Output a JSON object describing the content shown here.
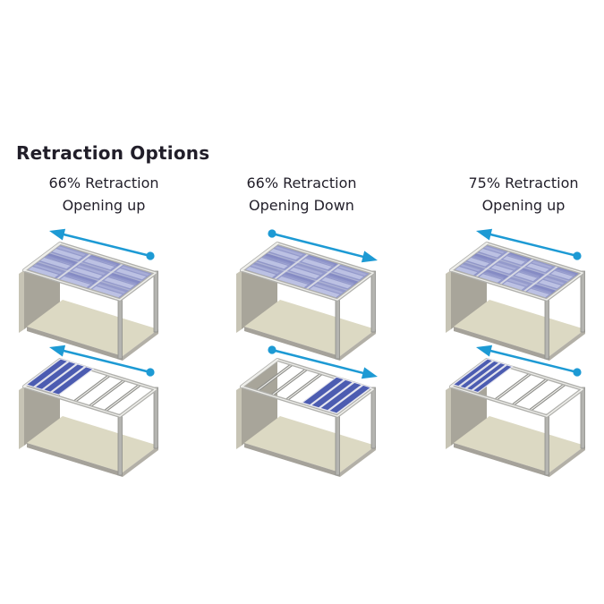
{
  "page": {
    "title": "Retraction Options"
  },
  "columns": [
    {
      "label_line1": "66% Retraction",
      "label_line2": "Opening up"
    },
    {
      "label_line1": "66% Retraction",
      "label_line2": "Opening Down"
    },
    {
      "label_line1": "75% Retraction",
      "label_line2": "Opening up"
    }
  ],
  "figures": [
    {
      "name": "pergola-66-up-closed",
      "column": 0,
      "row": 0,
      "state": "closed",
      "panel_cols": 3,
      "arrow": "up-left"
    },
    {
      "name": "pergola-66-up-retracted",
      "column": 0,
      "row": 1,
      "state": "retracted",
      "panel_cols": 3,
      "stack_side": "high",
      "stack_fraction": 0.36,
      "stack_bars": 4,
      "arrow": "up-left"
    },
    {
      "name": "pergola-66-down-closed",
      "column": 1,
      "row": 0,
      "state": "closed",
      "panel_cols": 3,
      "arrow": "down-right"
    },
    {
      "name": "pergola-66-down-retracted",
      "column": 1,
      "row": 1,
      "state": "retracted",
      "panel_cols": 3,
      "stack_side": "low",
      "stack_fraction": 0.38,
      "stack_bars": 4,
      "arrow": "down-right"
    },
    {
      "name": "pergola-75-up-closed",
      "column": 2,
      "row": 0,
      "state": "closed",
      "panel_cols": 4,
      "arrow": "up-left"
    },
    {
      "name": "pergola-75-up-retracted",
      "column": 2,
      "row": 1,
      "state": "retracted",
      "panel_cols": 4,
      "stack_side": "high",
      "stack_fraction": 0.28,
      "stack_bars": 4,
      "arrow": "up-left"
    }
  ],
  "colors": {
    "arrow": "#1d9ad4",
    "text": "#211e29",
    "glass": "#9197c9",
    "glass_light": "#c0c5e6",
    "glass_dark": "#6d75ba",
    "panel_grid": "#d7d9e3",
    "track_line": "#aeb3d4",
    "stack_panel": "#4c5cb1",
    "stack_edge": "#e4e4ee",
    "frame": "#b0b0ac",
    "frame_light": "#eeeeea",
    "frame_dark": "#8e8e8a",
    "wall_outer": "#c7c4b5",
    "wall_inner": "#a8a59a",
    "floor": "#dcd9c3",
    "skirt_front": "#a5a29a",
    "skirt_side": "#b3b0a7",
    "post": "#b4b4b0"
  }
}
